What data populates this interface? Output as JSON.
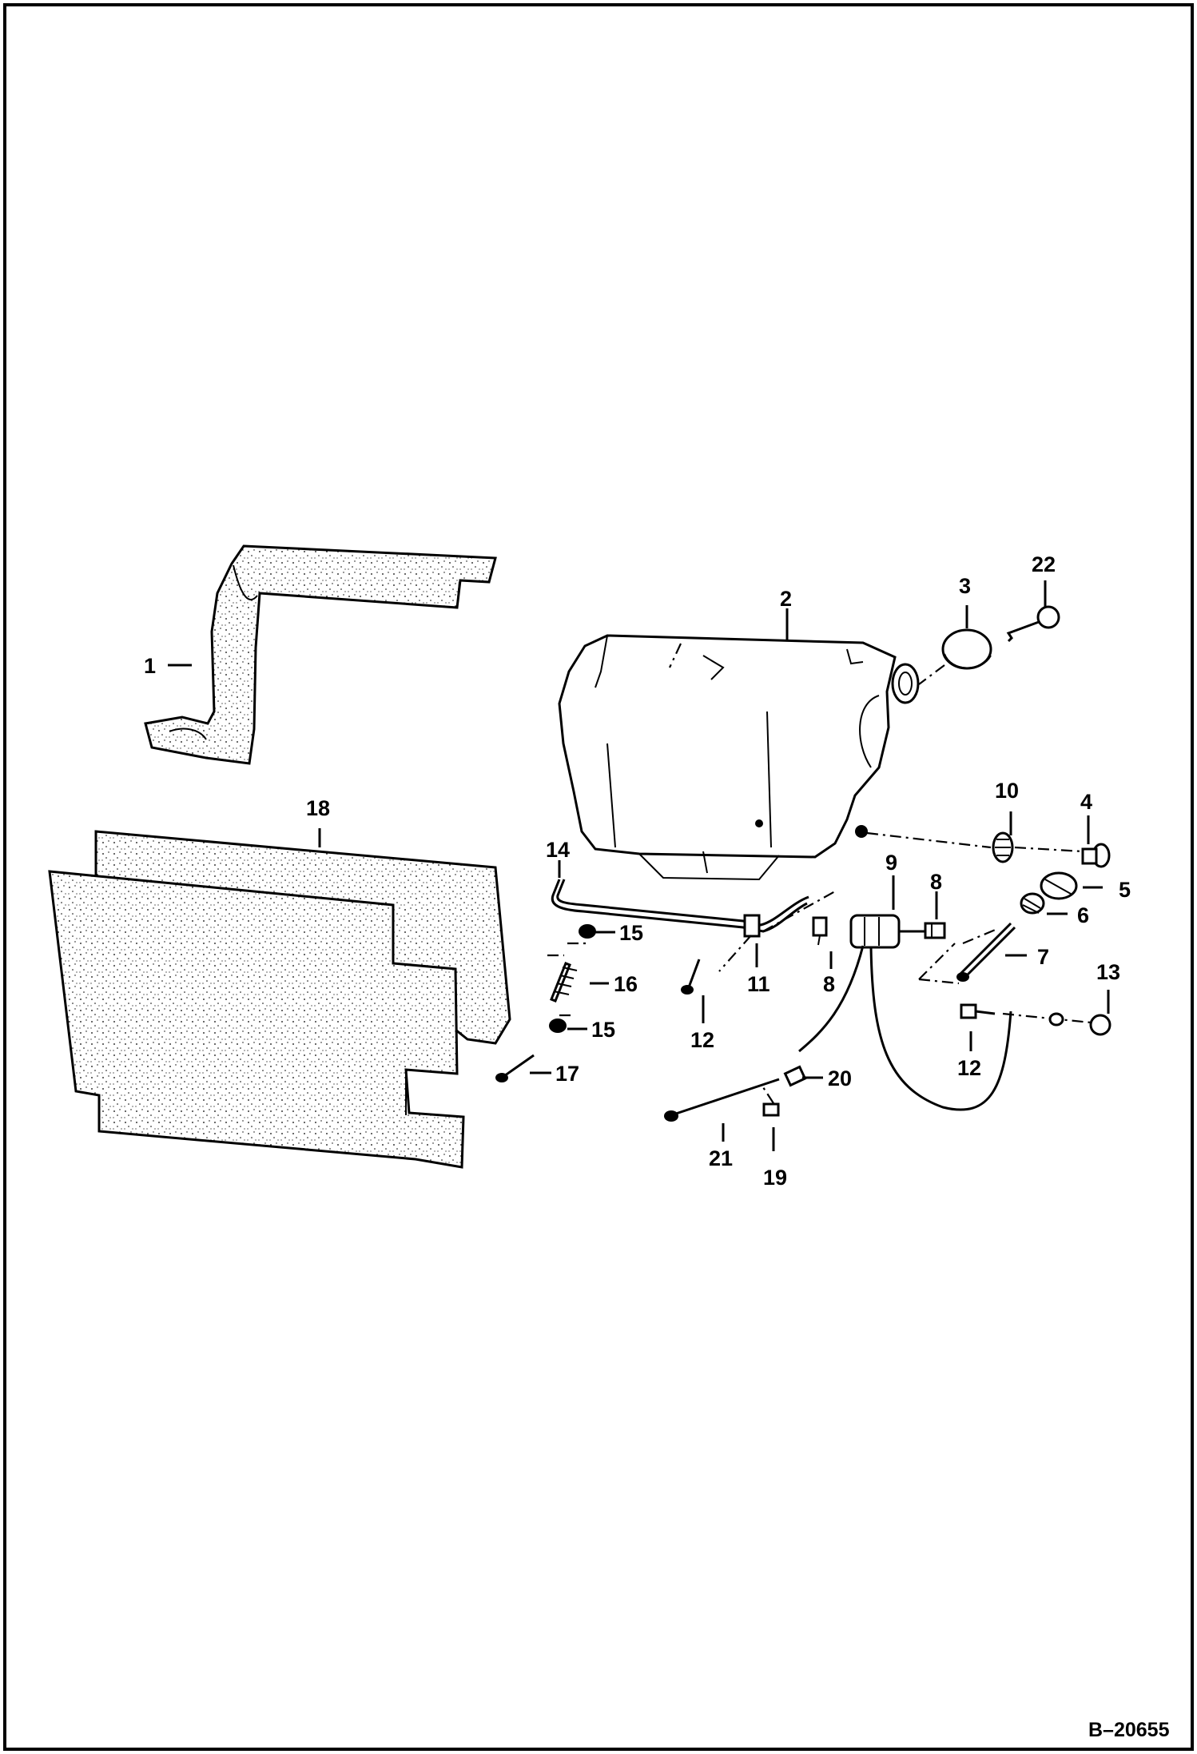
{
  "drawing_number": "B–20655",
  "callouts": [
    {
      "id": "1",
      "label": "1"
    },
    {
      "id": "2",
      "label": "2"
    },
    {
      "id": "3",
      "label": "3"
    },
    {
      "id": "4",
      "label": "4"
    },
    {
      "id": "5",
      "label": "5"
    },
    {
      "id": "6",
      "label": "6"
    },
    {
      "id": "7",
      "label": "7"
    },
    {
      "id": "8a",
      "label": "8"
    },
    {
      "id": "8b",
      "label": "8"
    },
    {
      "id": "9",
      "label": "9"
    },
    {
      "id": "10",
      "label": "10"
    },
    {
      "id": "11",
      "label": "11"
    },
    {
      "id": "12a",
      "label": "12"
    },
    {
      "id": "12b",
      "label": "12"
    },
    {
      "id": "13",
      "label": "13"
    },
    {
      "id": "14",
      "label": "14"
    },
    {
      "id": "15a",
      "label": "15"
    },
    {
      "id": "15b",
      "label": "15"
    },
    {
      "id": "16",
      "label": "16"
    },
    {
      "id": "17",
      "label": "17"
    },
    {
      "id": "18",
      "label": "18"
    },
    {
      "id": "19",
      "label": "19"
    },
    {
      "id": "20",
      "label": "20"
    },
    {
      "id": "21",
      "label": "21"
    },
    {
      "id": "22",
      "label": "22"
    }
  ]
}
